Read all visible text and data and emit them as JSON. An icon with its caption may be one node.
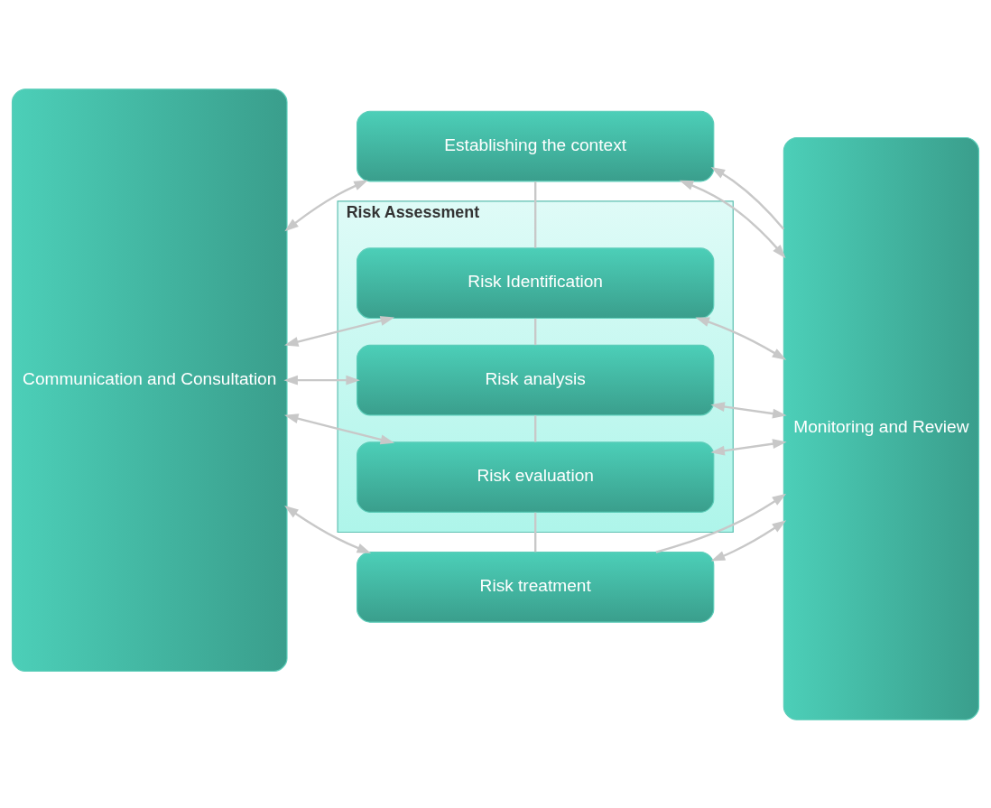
{
  "diagram": {
    "nodes": [
      {
        "text": [
          "Communication and Consultation"
        ]
      },
      {
        "text": [
          "Establishing the context"
        ]
      },
      {
        "text": [
          "Monitoring and Review"
        ]
      },
      {
        "text": [
          "Risk Assessment"
        ]
      },
      {
        "text": [
          "Risk Identification"
        ],
        "in": 3
      },
      {
        "text": [
          "Risk analysis"
        ],
        "in": 3
      },
      {
        "text": [
          "Risk evaluation"
        ],
        "in": 3
      },
      {
        "text": [
          "Risk treatment"
        ]
      }
    ],
    "edges": [
      {
        "from": 0,
        "to": 1,
        "arrow": "both"
      },
      {
        "from": 1,
        "to": 2,
        "arrow": "both"
      },
      {
        "from": 0,
        "to": 4,
        "arrow": "both"
      },
      {
        "from": 4,
        "to": 2,
        "arrow": "both"
      },
      {
        "from": 0,
        "to": 5,
        "arrow": "both"
      },
      {
        "from": 5,
        "to": 2,
        "arrow": "both"
      },
      {
        "from": 0,
        "to": 6,
        "arrow": "both"
      },
      {
        "from": 6,
        "to": 2,
        "arrow": "both"
      },
      {
        "from": 0,
        "to": 7,
        "arrow": "both"
      },
      {
        "from": 7,
        "to": 2,
        "arrow": "both"
      },
      {
        "from": 1,
        "to": 4,
        "arrow": "none"
      },
      {
        "from": 4,
        "to": 5,
        "arrow": "none"
      },
      {
        "from": 5,
        "to": 6,
        "arrow": "none"
      },
      {
        "from": 6,
        "to": 7,
        "arrow": "none"
      },
      {
        "from": 2,
        "to": 1,
        "arrow": "to"
      },
      {
        "from": 7,
        "to": 2,
        "arrow": "to"
      }
    ]
  }
}
